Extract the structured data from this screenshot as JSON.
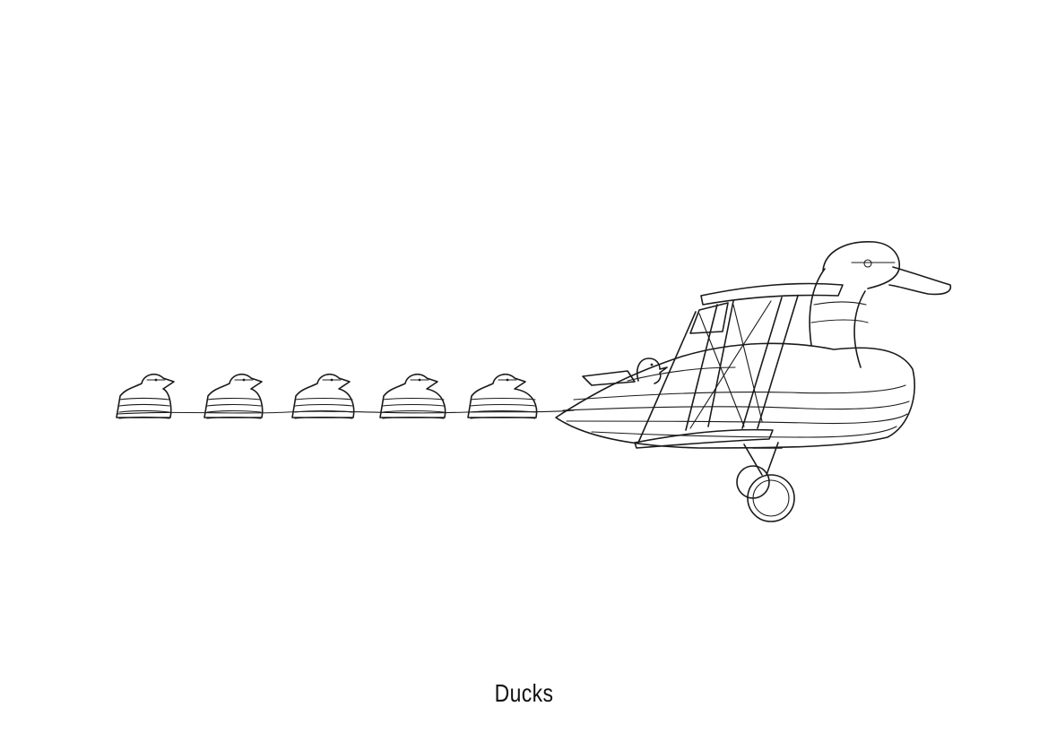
{
  "caption": "Ducks",
  "colors": {
    "ink": "#1a1a1a",
    "paper": "#ffffff"
  },
  "illustration": {
    "subject": "duck-biplane",
    "decoy_count": 5
  }
}
